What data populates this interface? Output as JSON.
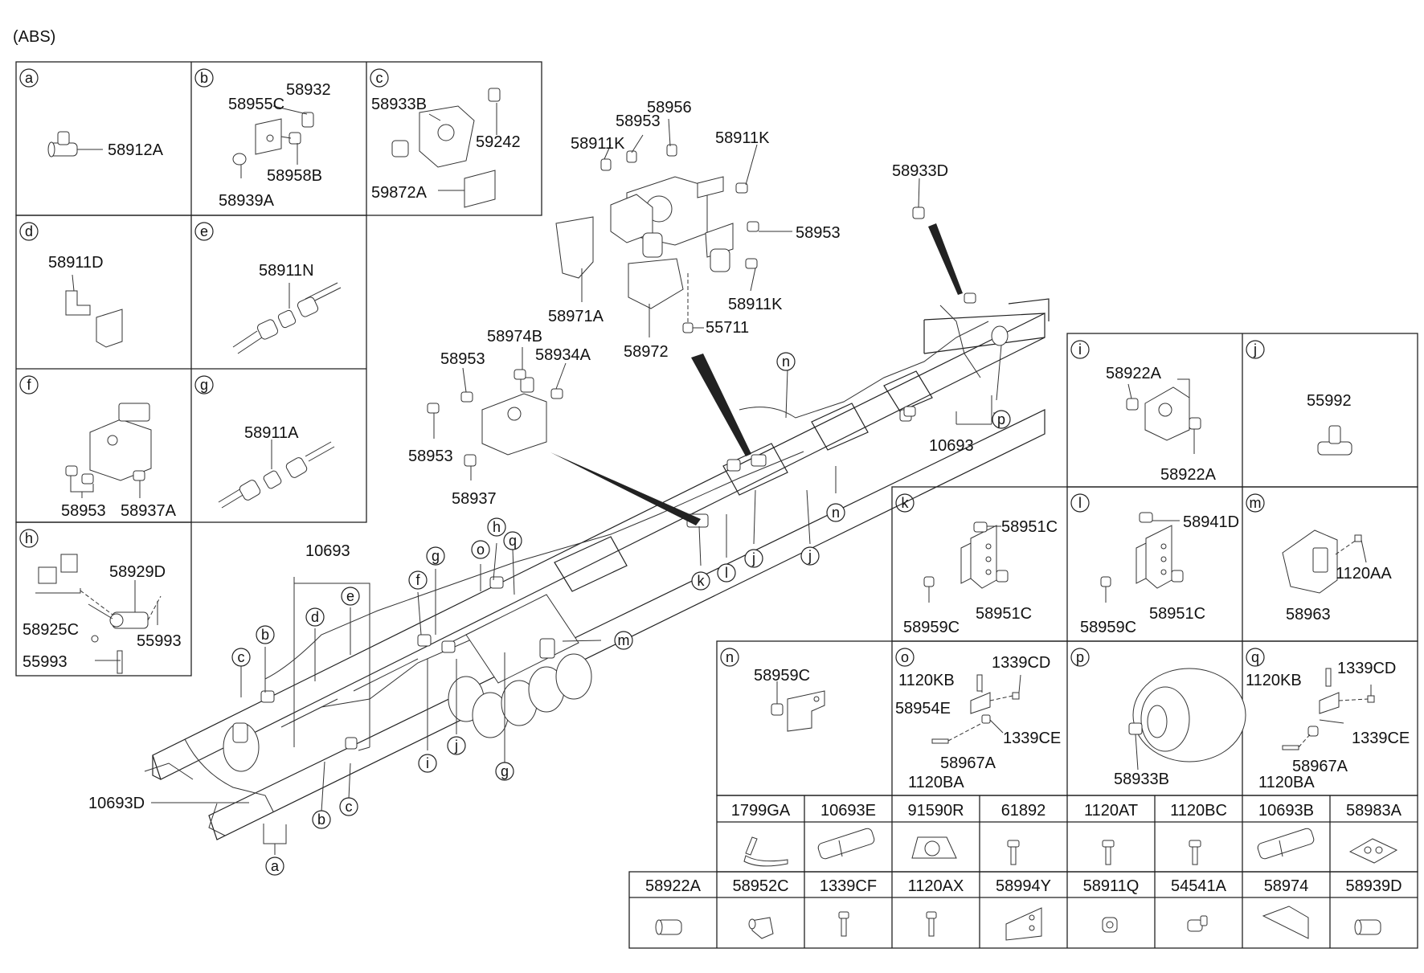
{
  "title": "(ABS)",
  "sections": [
    {
      "letter": "a",
      "labels": [
        "58912A"
      ]
    },
    {
      "letter": "b",
      "labels": [
        "58932",
        "58955C",
        "58958B",
        "58939A"
      ]
    },
    {
      "letter": "c",
      "labels": [
        "58933B",
        "59242",
        "59872A"
      ]
    },
    {
      "letter": "d",
      "labels": [
        "58911D"
      ]
    },
    {
      "letter": "e",
      "labels": [
        "58911N"
      ]
    },
    {
      "letter": "f",
      "labels": [
        "58953",
        "58937A"
      ]
    },
    {
      "letter": "g",
      "labels": [
        "58911A"
      ]
    },
    {
      "letter": "h",
      "labels": [
        "58929D",
        "58925C",
        "55993",
        "55993"
      ]
    },
    {
      "letter": "i",
      "labels": [
        "58922A",
        "58922A"
      ]
    },
    {
      "letter": "j",
      "labels": [
        "55992"
      ]
    },
    {
      "letter": "k",
      "labels": [
        "58951C",
        "58959C",
        "58951C"
      ]
    },
    {
      "letter": "l",
      "labels": [
        "58941D",
        "58959C",
        "58951C"
      ]
    },
    {
      "letter": "m",
      "labels": [
        "1120AA",
        "58963"
      ]
    },
    {
      "letter": "n",
      "labels": [
        "58959C"
      ]
    },
    {
      "letter": "o",
      "labels": [
        "1339CD",
        "1120KB",
        "58954E",
        "1339CE",
        "58967A",
        "1120BA"
      ]
    },
    {
      "letter": "p",
      "labels": [
        "58933B"
      ]
    },
    {
      "letter": "q",
      "labels": [
        "1120KB",
        "1339CD",
        "1339CE",
        "58967A",
        "1120BA"
      ]
    }
  ],
  "center_labels": [
    "58956",
    "58953",
    "58911K",
    "58911K",
    "58933D",
    "58953",
    "58971A",
    "58911K",
    "58972",
    "55711",
    "58974B",
    "58953",
    "58934A",
    "58953",
    "58937",
    "10693",
    "10693",
    "10693D"
  ],
  "callout_letters": [
    "n",
    "p",
    "n",
    "j",
    "k",
    "l",
    "j",
    "h",
    "g",
    "o",
    "q",
    "f",
    "m",
    "e",
    "d",
    "b",
    "c",
    "i",
    "j",
    "g",
    "b",
    "c",
    "a"
  ],
  "table_row1": [
    {
      "code": "1799GA",
      "icon": "cable-tie-icon"
    },
    {
      "code": "10693E",
      "icon": "hose-icon"
    },
    {
      "code": "91590R",
      "icon": "clip-icon"
    },
    {
      "code": "61892",
      "icon": "bolt-icon"
    },
    {
      "code": "1120AT",
      "icon": "bolt-icon"
    },
    {
      "code": "1120BC",
      "icon": "bolt-icon"
    },
    {
      "code": "10693B",
      "icon": "hose-icon"
    },
    {
      "code": "58983A",
      "icon": "gasket-icon"
    }
  ],
  "table_row2": [
    {
      "code": "58922A",
      "icon": "fitting-icon"
    },
    {
      "code": "58952C",
      "icon": "elbow-icon"
    },
    {
      "code": "1339CF",
      "icon": "bolt-icon"
    },
    {
      "code": "1120AX",
      "icon": "bolt-icon"
    },
    {
      "code": "58994Y",
      "icon": "bracket-icon"
    },
    {
      "code": "58911Q",
      "icon": "nut-icon"
    },
    {
      "code": "54541A",
      "icon": "connector-icon"
    },
    {
      "code": "58974",
      "icon": "plate-icon"
    },
    {
      "code": "58939D",
      "icon": "fitting-icon"
    }
  ]
}
